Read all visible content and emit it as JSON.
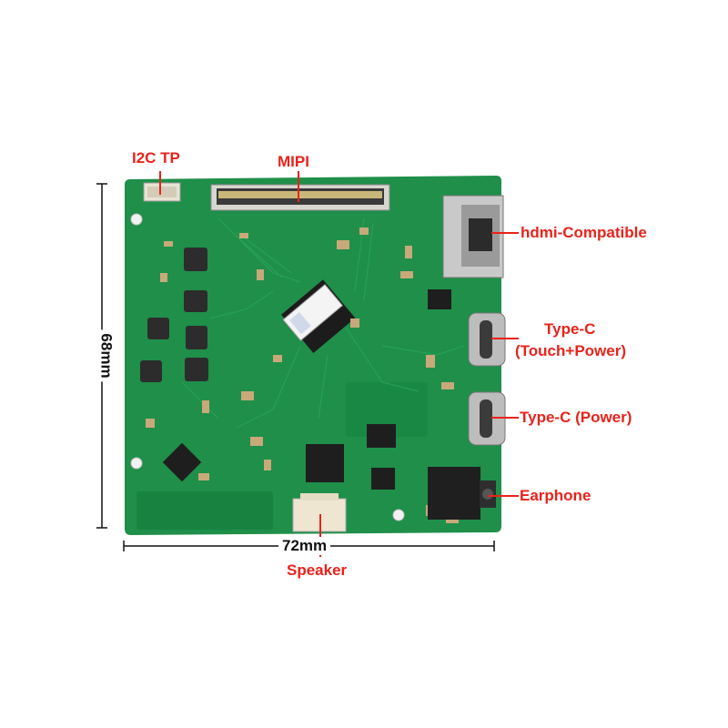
{
  "labels": {
    "i2c_tp": "I2C TP",
    "mipi": "MIPI",
    "hdmi": "hdmi-Compatible",
    "typec_touch_line1": "Type-C",
    "typec_touch_line2": "(Touch+Power)",
    "typec_power": "Type-C (Power)",
    "earphone": "Earphone",
    "speaker": "Speaker"
  },
  "dimensions": {
    "width": "72mm",
    "height": "68mm"
  },
  "colors": {
    "label": "#e8231b",
    "pcb": "#1f8f4a",
    "pcb_dark": "#17743b",
    "dimension": "#111111"
  },
  "icons": [
    "hdmi-port-icon",
    "usb-c-port-icon",
    "audio-jack-icon",
    "chip-icon",
    "connector-icon"
  ]
}
